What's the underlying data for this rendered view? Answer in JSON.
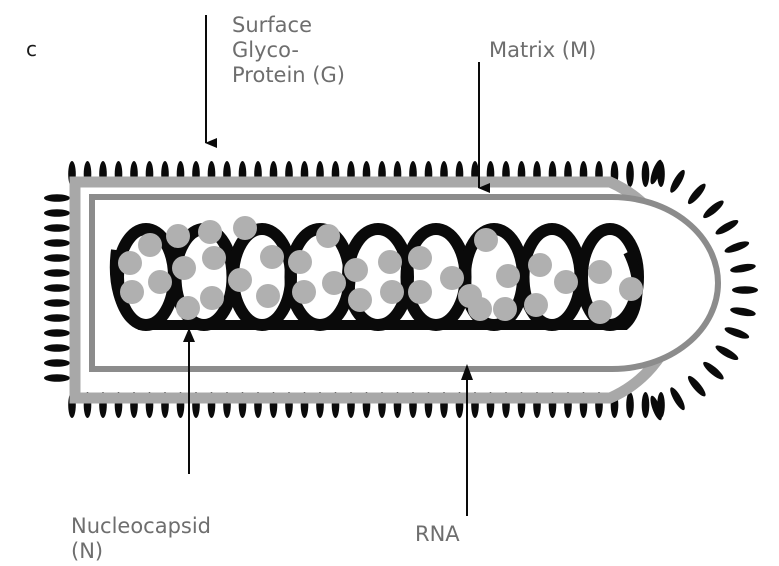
{
  "panel_letter": "c",
  "labels": {
    "glycoprotein": [
      "Surface",
      "Glyco-",
      "Protein (G)"
    ],
    "matrix": "Matrix (M)",
    "nucleocapsid": [
      "Nucleocapsid",
      "(N)"
    ],
    "rna": "RNA"
  },
  "colors": {
    "membrane": "#a8a8a8",
    "matrix": "#8c8c8c",
    "spike": "#0a0a0a",
    "rna": "#0a0a0a",
    "nucleoprotein": "#b0b0b0",
    "label_text": "#6e6e6e"
  }
}
